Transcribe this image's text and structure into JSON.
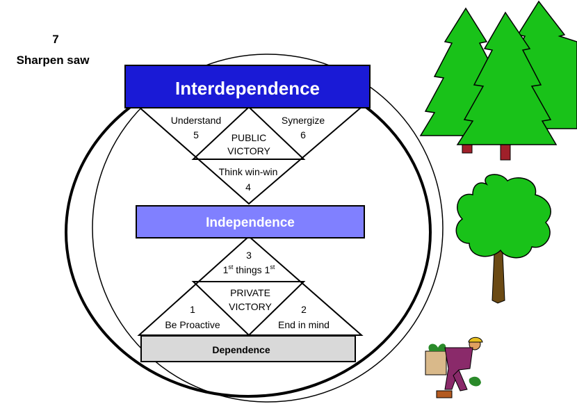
{
  "header": {
    "number": "7",
    "label": "Sharpen saw"
  },
  "levels": {
    "interdependence": "Interdependence",
    "independence": "Independence",
    "dependence": "Dependence"
  },
  "public": {
    "understand": {
      "label": "Understand",
      "number": "5"
    },
    "synergize": {
      "label": "Synergize",
      "number": "6"
    },
    "victory": [
      "PUBLIC",
      "VICTORY"
    ],
    "winwin": {
      "label": "Think win-win",
      "number": "4"
    }
  },
  "private": {
    "first_things": {
      "number": "3",
      "label_main": "1",
      "sup1": "st",
      "label_mid": " things 1",
      "sup2": "st"
    },
    "victory": [
      "PRIVATE",
      "VICTORY"
    ],
    "proactive": {
      "number": "1",
      "label": "Be Proactive"
    },
    "end_in_mind": {
      "number": "2",
      "label": "End in mind"
    }
  },
  "colors": {
    "interdependence": "#1a1ad6",
    "independence": "#8080ff",
    "dependence": "#d9d9d9",
    "tree_green": "#19c219",
    "trunk": "#a0202a"
  },
  "icons": [
    "pine-trees-icon",
    "leafy-tree-icon",
    "gardener-icon"
  ]
}
